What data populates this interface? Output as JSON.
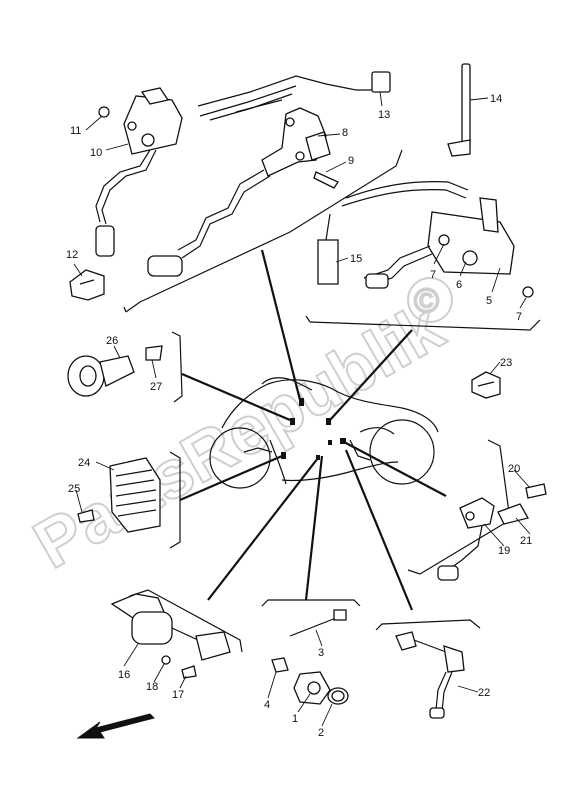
{
  "watermark": "PartsRepublik",
  "watermark_symbol": "©",
  "callouts": [
    {
      "id": "c1",
      "text": "1"
    },
    {
      "id": "c2",
      "text": "2"
    },
    {
      "id": "c3",
      "text": "3"
    },
    {
      "id": "c4",
      "text": "4"
    },
    {
      "id": "c5",
      "text": "5"
    },
    {
      "id": "c6",
      "text": "6"
    },
    {
      "id": "c7a",
      "text": "7"
    },
    {
      "id": "c7b",
      "text": "7"
    },
    {
      "id": "c8",
      "text": "8"
    },
    {
      "id": "c9",
      "text": "9"
    },
    {
      "id": "c10",
      "text": "10"
    },
    {
      "id": "c11",
      "text": "11"
    },
    {
      "id": "c12",
      "text": "12"
    },
    {
      "id": "c13",
      "text": "13"
    },
    {
      "id": "c14",
      "text": "14"
    },
    {
      "id": "c15",
      "text": "15"
    },
    {
      "id": "c16",
      "text": "16"
    },
    {
      "id": "c17",
      "text": "17"
    },
    {
      "id": "c18",
      "text": "18"
    },
    {
      "id": "c19",
      "text": "19"
    },
    {
      "id": "c20",
      "text": "20"
    },
    {
      "id": "c21",
      "text": "21"
    },
    {
      "id": "c22",
      "text": "22"
    },
    {
      "id": "c23",
      "text": "23"
    },
    {
      "id": "c24",
      "text": "24"
    },
    {
      "id": "c25",
      "text": "25"
    },
    {
      "id": "c26",
      "text": "26"
    },
    {
      "id": "c27",
      "text": "27"
    }
  ],
  "icons": {
    "front_direction": "arrow-left-down-icon"
  }
}
